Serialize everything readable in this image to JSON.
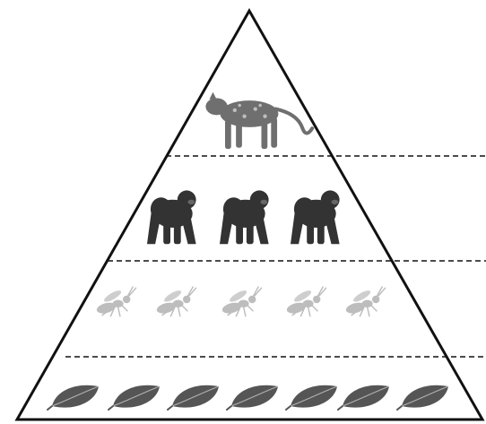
{
  "diagram": {
    "type": "food-pyramid",
    "levels": [
      {
        "name": "leopard",
        "count": 1,
        "icon": "leopard-icon",
        "color": "#7a7a7a"
      },
      {
        "name": "gorilla",
        "count": 3,
        "icon": "gorilla-icon",
        "color": "#3a3a3a"
      },
      {
        "name": "insect",
        "count": 5,
        "icon": "insect-icon",
        "color": "#bdbdbd"
      },
      {
        "name": "leaf",
        "count": 7,
        "icon": "leaf-icon",
        "color": "#5a5a5a"
      }
    ],
    "colors": {
      "outline": "#111111",
      "divider": "#111111",
      "background": "#ffffff"
    }
  }
}
